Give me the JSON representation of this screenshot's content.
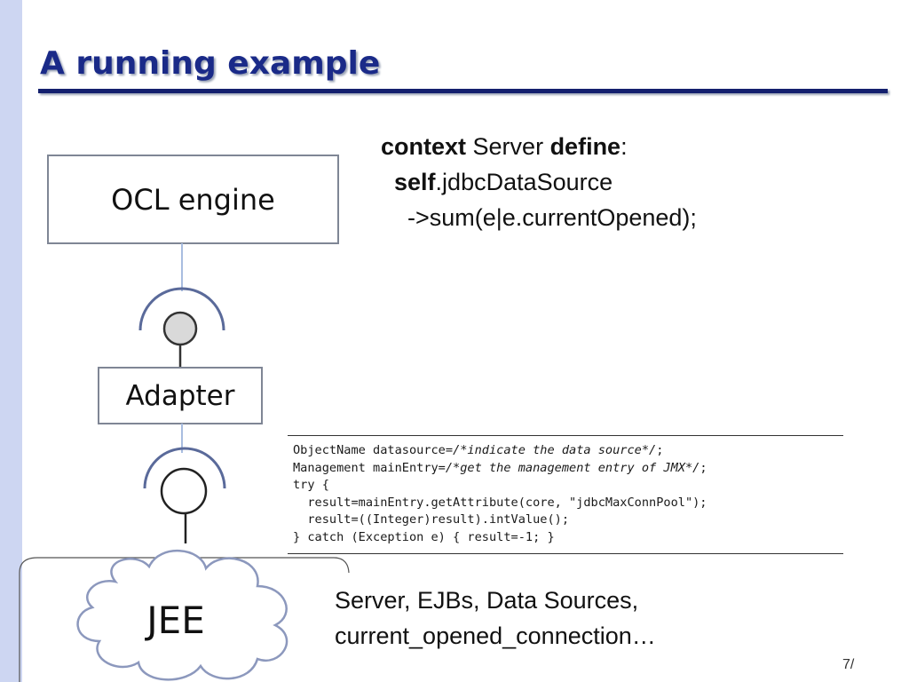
{
  "slide": {
    "title": "A running example",
    "page_number": "7/"
  },
  "diagram": {
    "ocl_engine_label": "OCL engine",
    "adapter_label": "Adapter",
    "jee_label": "JEE"
  },
  "ocl_expression": {
    "line1": {
      "kw1": "context",
      "text1": " Server ",
      "kw2": "define",
      "text2": ":"
    },
    "line2": {
      "indent": "  ",
      "kw": "self",
      "text": ".jdbcDataSource"
    },
    "line3": {
      "text": "    ->sum(e|e.currentOpened);"
    }
  },
  "java_snippet": {
    "line1": {
      "code": "ObjectName datasource=",
      "comment": "/*indicate the data source*/",
      "end": ";"
    },
    "line2": {
      "code": "Management mainEntry=",
      "comment": "/*get the management entry of JMX*/",
      "end": ";"
    },
    "line3": "try {",
    "line4": "  result=mainEntry.getAttribute(core, \"jdbcMaxConnPool\");",
    "line5": "  result=((Integer)result).intValue();",
    "line6": "} catch (Exception e) { result=-1; }"
  },
  "caption": {
    "line1": "Server, EJBs, Data Sources,",
    "line2": "current_opened_connection…"
  },
  "colors": {
    "title": "#1a2a88",
    "rule": "#14206e",
    "left_stripe": "#cdd6f2",
    "connector_light": "#a9bde0",
    "socket_arc": "#5a6a9a",
    "box_border": "#7f8695"
  }
}
